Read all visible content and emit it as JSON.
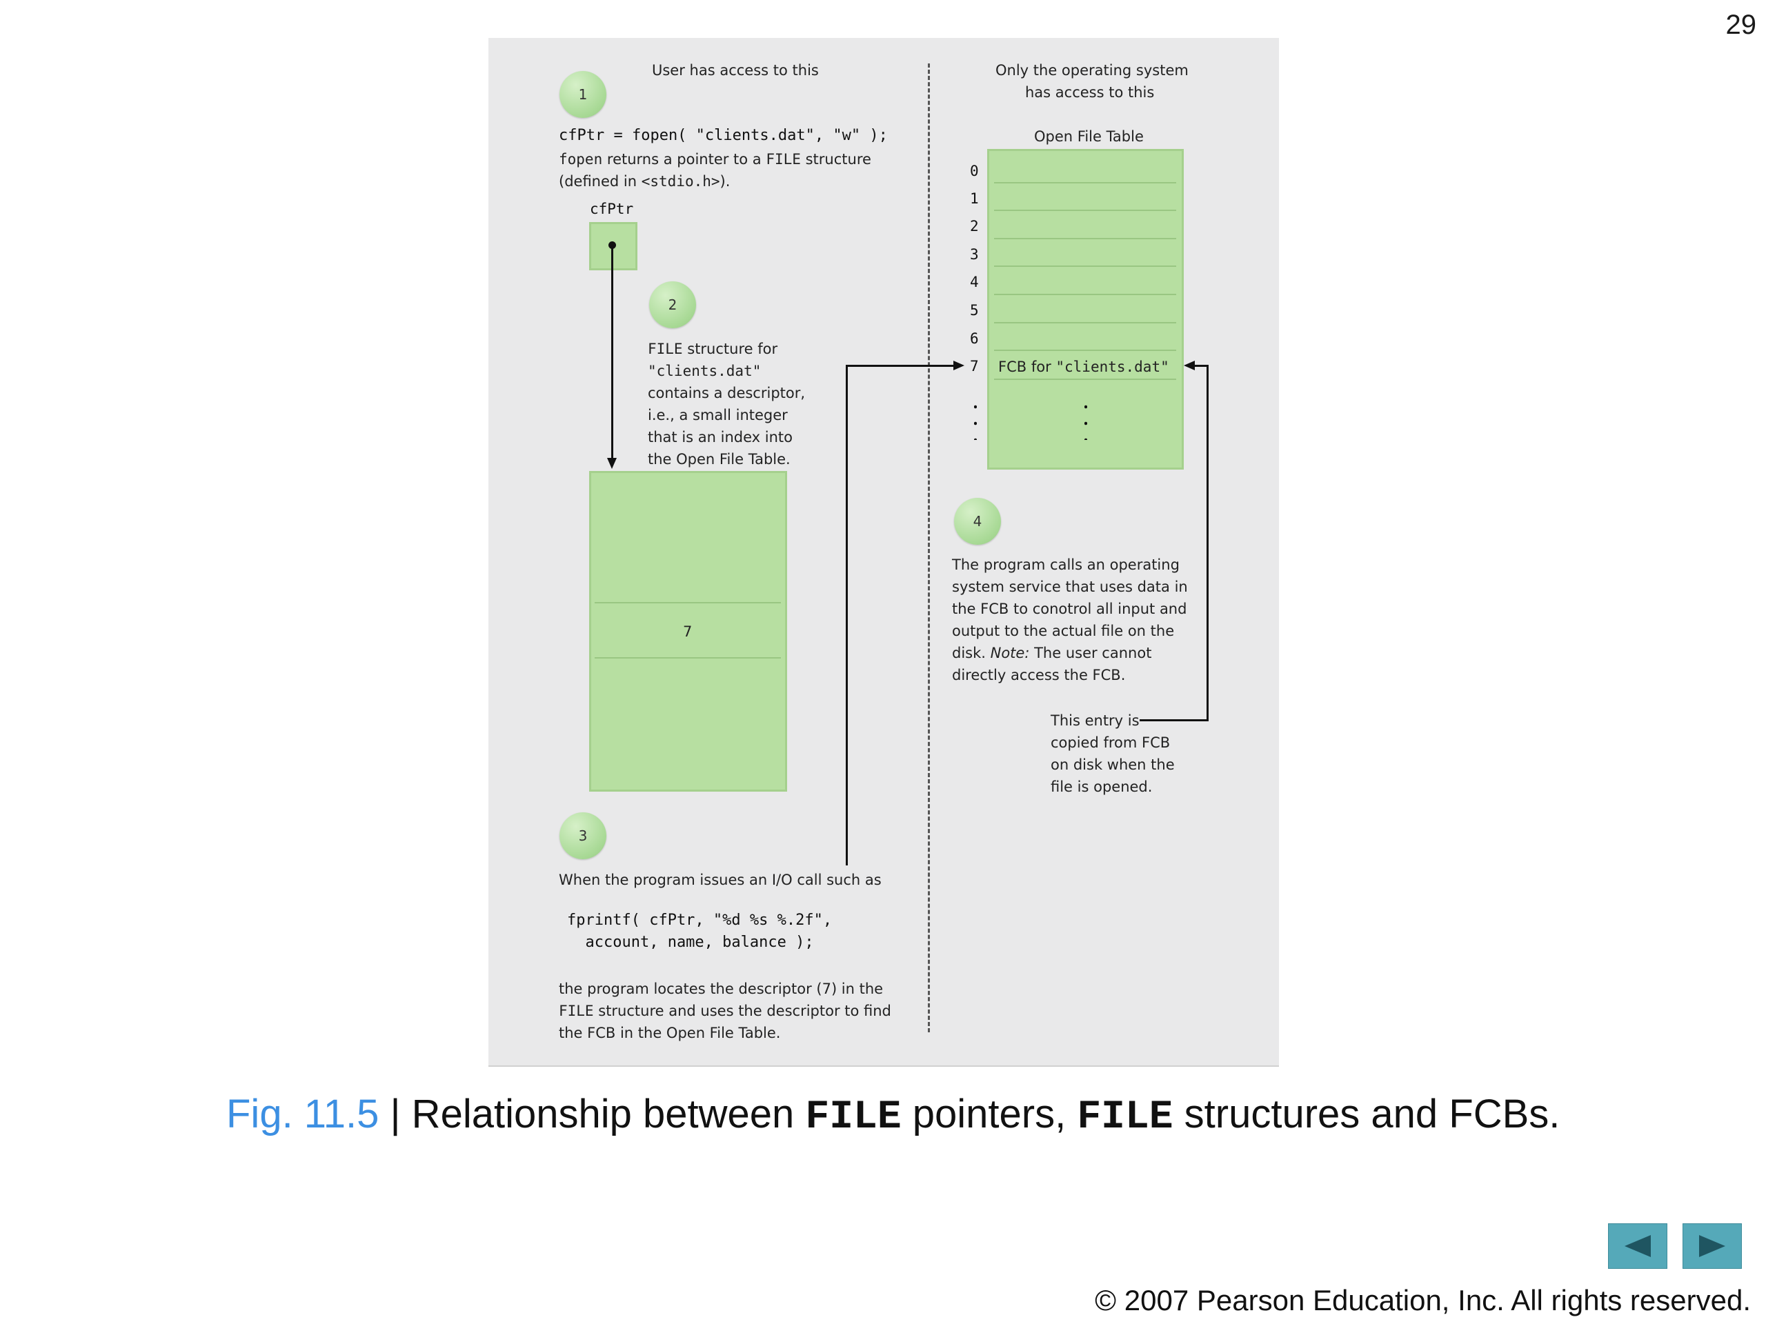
{
  "slide": {
    "page_number": "29",
    "caption": {
      "fig_label": "Fig. 11.5",
      "sep": " | Relationship between ",
      "mono1": "FILE",
      "mid": " pointers, ",
      "mono2": "FILE",
      "end": " structures and FCBs."
    },
    "copyright_symbol": "©",
    "copyright": "2007 Pearson Education, Inc.  All rights reserved."
  },
  "diagram": {
    "user_header": "User has access to this",
    "os_header_line1": "Only the operating system",
    "os_header_line2": "has access to this",
    "table_title": "Open File Table",
    "step1": {
      "num": "1",
      "code": "cfPtr = fopen( \"clients.dat\", \"w\" );",
      "text_mono": "fopen",
      "text_mid": " returns a pointer to a ",
      "text_mono2": "FILE",
      "text_end": " structure",
      "text_line3_pre": "(defined in ",
      "text_line3_mono": "<stdio.h>",
      "text_line3_post": ").",
      "pointer_label": "cfPtr"
    },
    "step2": {
      "num": "2",
      "line1_mono": "FILE",
      "line1_rest": " structure for",
      "line2": "\"clients.dat\"",
      "line3": "contains a descriptor,",
      "line4": "i.e., a small integer",
      "line5": "that is an index into",
      "line6": "the Open File Table."
    },
    "file_struct_value": "7",
    "step3": {
      "num": "3",
      "line1": "When the program issues an I/O call such as",
      "code1": "fprintf( cfPtr, \"%d %s %.2f\",",
      "code2": "  account, name, balance );",
      "after1": "the program locates the descriptor (7) in the",
      "after2_mono": "FILE",
      "after2_rest": " structure and uses the descriptor to find",
      "after3": "the FCB in the Open File Table."
    },
    "table_indices": [
      "0",
      "1",
      "2",
      "3",
      "4",
      "5",
      "6",
      "7"
    ],
    "fcb_entry_prefix": "FCB for ",
    "fcb_entry_mono": "\"clients.dat\"",
    "step4": {
      "num": "4",
      "l1": "The program calls an operating",
      "l2": "system service that uses data in",
      "l3": "the FCB to conotrol all input and",
      "l4": "output to the actual file on the",
      "l5_pre": "disk. ",
      "l5_note": "Note:",
      "l5_post": " The user cannot",
      "l6": "directly access the FCB."
    },
    "entry_note": {
      "l1": "This entry is",
      "l2": "copied from FCB",
      "l3": "on disk when the",
      "l4": "file is opened."
    }
  },
  "nav": {
    "prev_icon": "triangle-left-icon",
    "next_icon": "triangle-right-icon"
  }
}
